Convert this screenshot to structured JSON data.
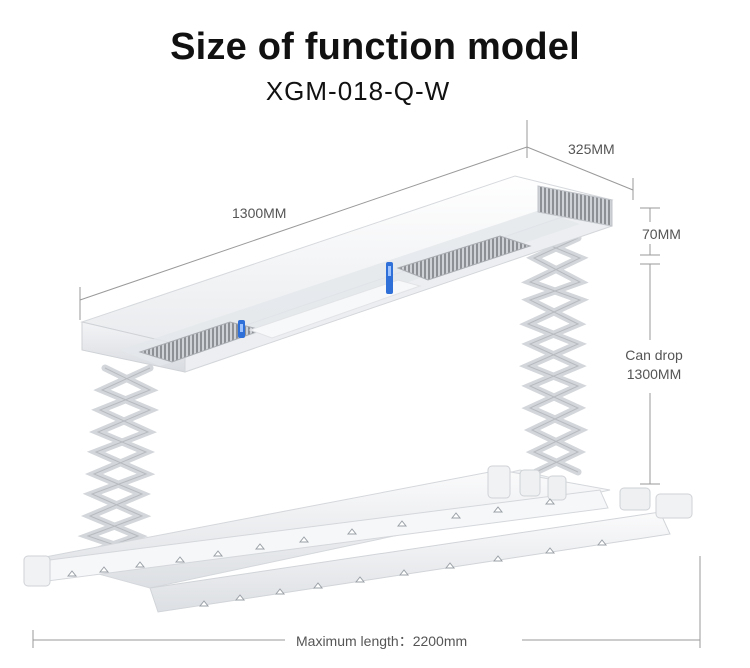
{
  "heading": {
    "title": "Size of function model",
    "model": "XGM-018-Q-W"
  },
  "dimensions": {
    "width": "325MM",
    "length": "1300MM",
    "height": "70MM",
    "drop_line1": "Can drop",
    "drop_line2": "1300MM",
    "max_length": "Maximum length：2200mm"
  },
  "colors": {
    "body": "#f4f5f7",
    "accent_blue": "#2f6fd8",
    "dimension_line": "#9a9a9a"
  }
}
